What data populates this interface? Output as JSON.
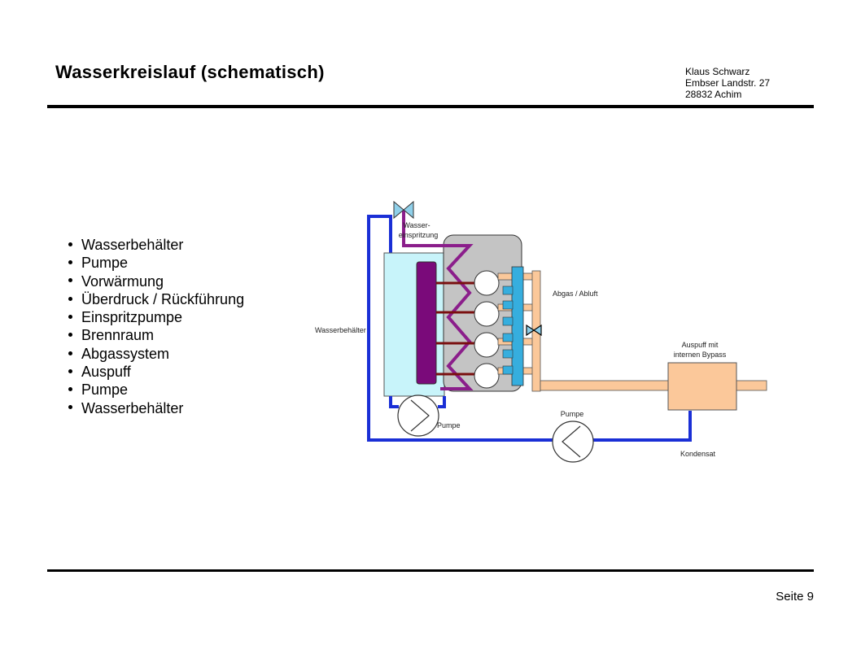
{
  "slide": {
    "title": "Wasserkreislauf (schematisch)",
    "address": [
      "Klaus Schwarz",
      "Embser Landstr. 27",
      "28832 Achim"
    ],
    "page_label": "Seite 9"
  },
  "bullets": [
    "Wasserbehälter",
    "Pumpe",
    "Vorwärmung",
    "Überdruck / Rückführung",
    "Einspritzpumpe",
    "Brennraum",
    "Abgassystem",
    "Auspuff",
    "Pumpe",
    "Wasserbehälter"
  ],
  "diagram": {
    "labels": {
      "injection_line1": "Wasser-",
      "injection_line2": "einspritzung",
      "tank": "Wasserbehälter",
      "exhaust": "Abgas / Abluft",
      "muffler_line1": "Auspuff mit",
      "muffler_line2": "internen Bypass",
      "pump_left": "Pumpe",
      "pump_right": "Pumpe",
      "condensate": "Kondensat"
    },
    "colors": {
      "water_line": "#1a2fd6",
      "tank_fill": "#c8f4fa",
      "heater": "#7a0a7a",
      "heater_coil": "#8b1e8b",
      "engine_block": "#c4c4c4",
      "cylinder_rods": "#7a0f0f",
      "injector_rail": "#36aede",
      "exhaust_pipe": "#fbc89a",
      "valve": "#8fd0ea"
    }
  }
}
